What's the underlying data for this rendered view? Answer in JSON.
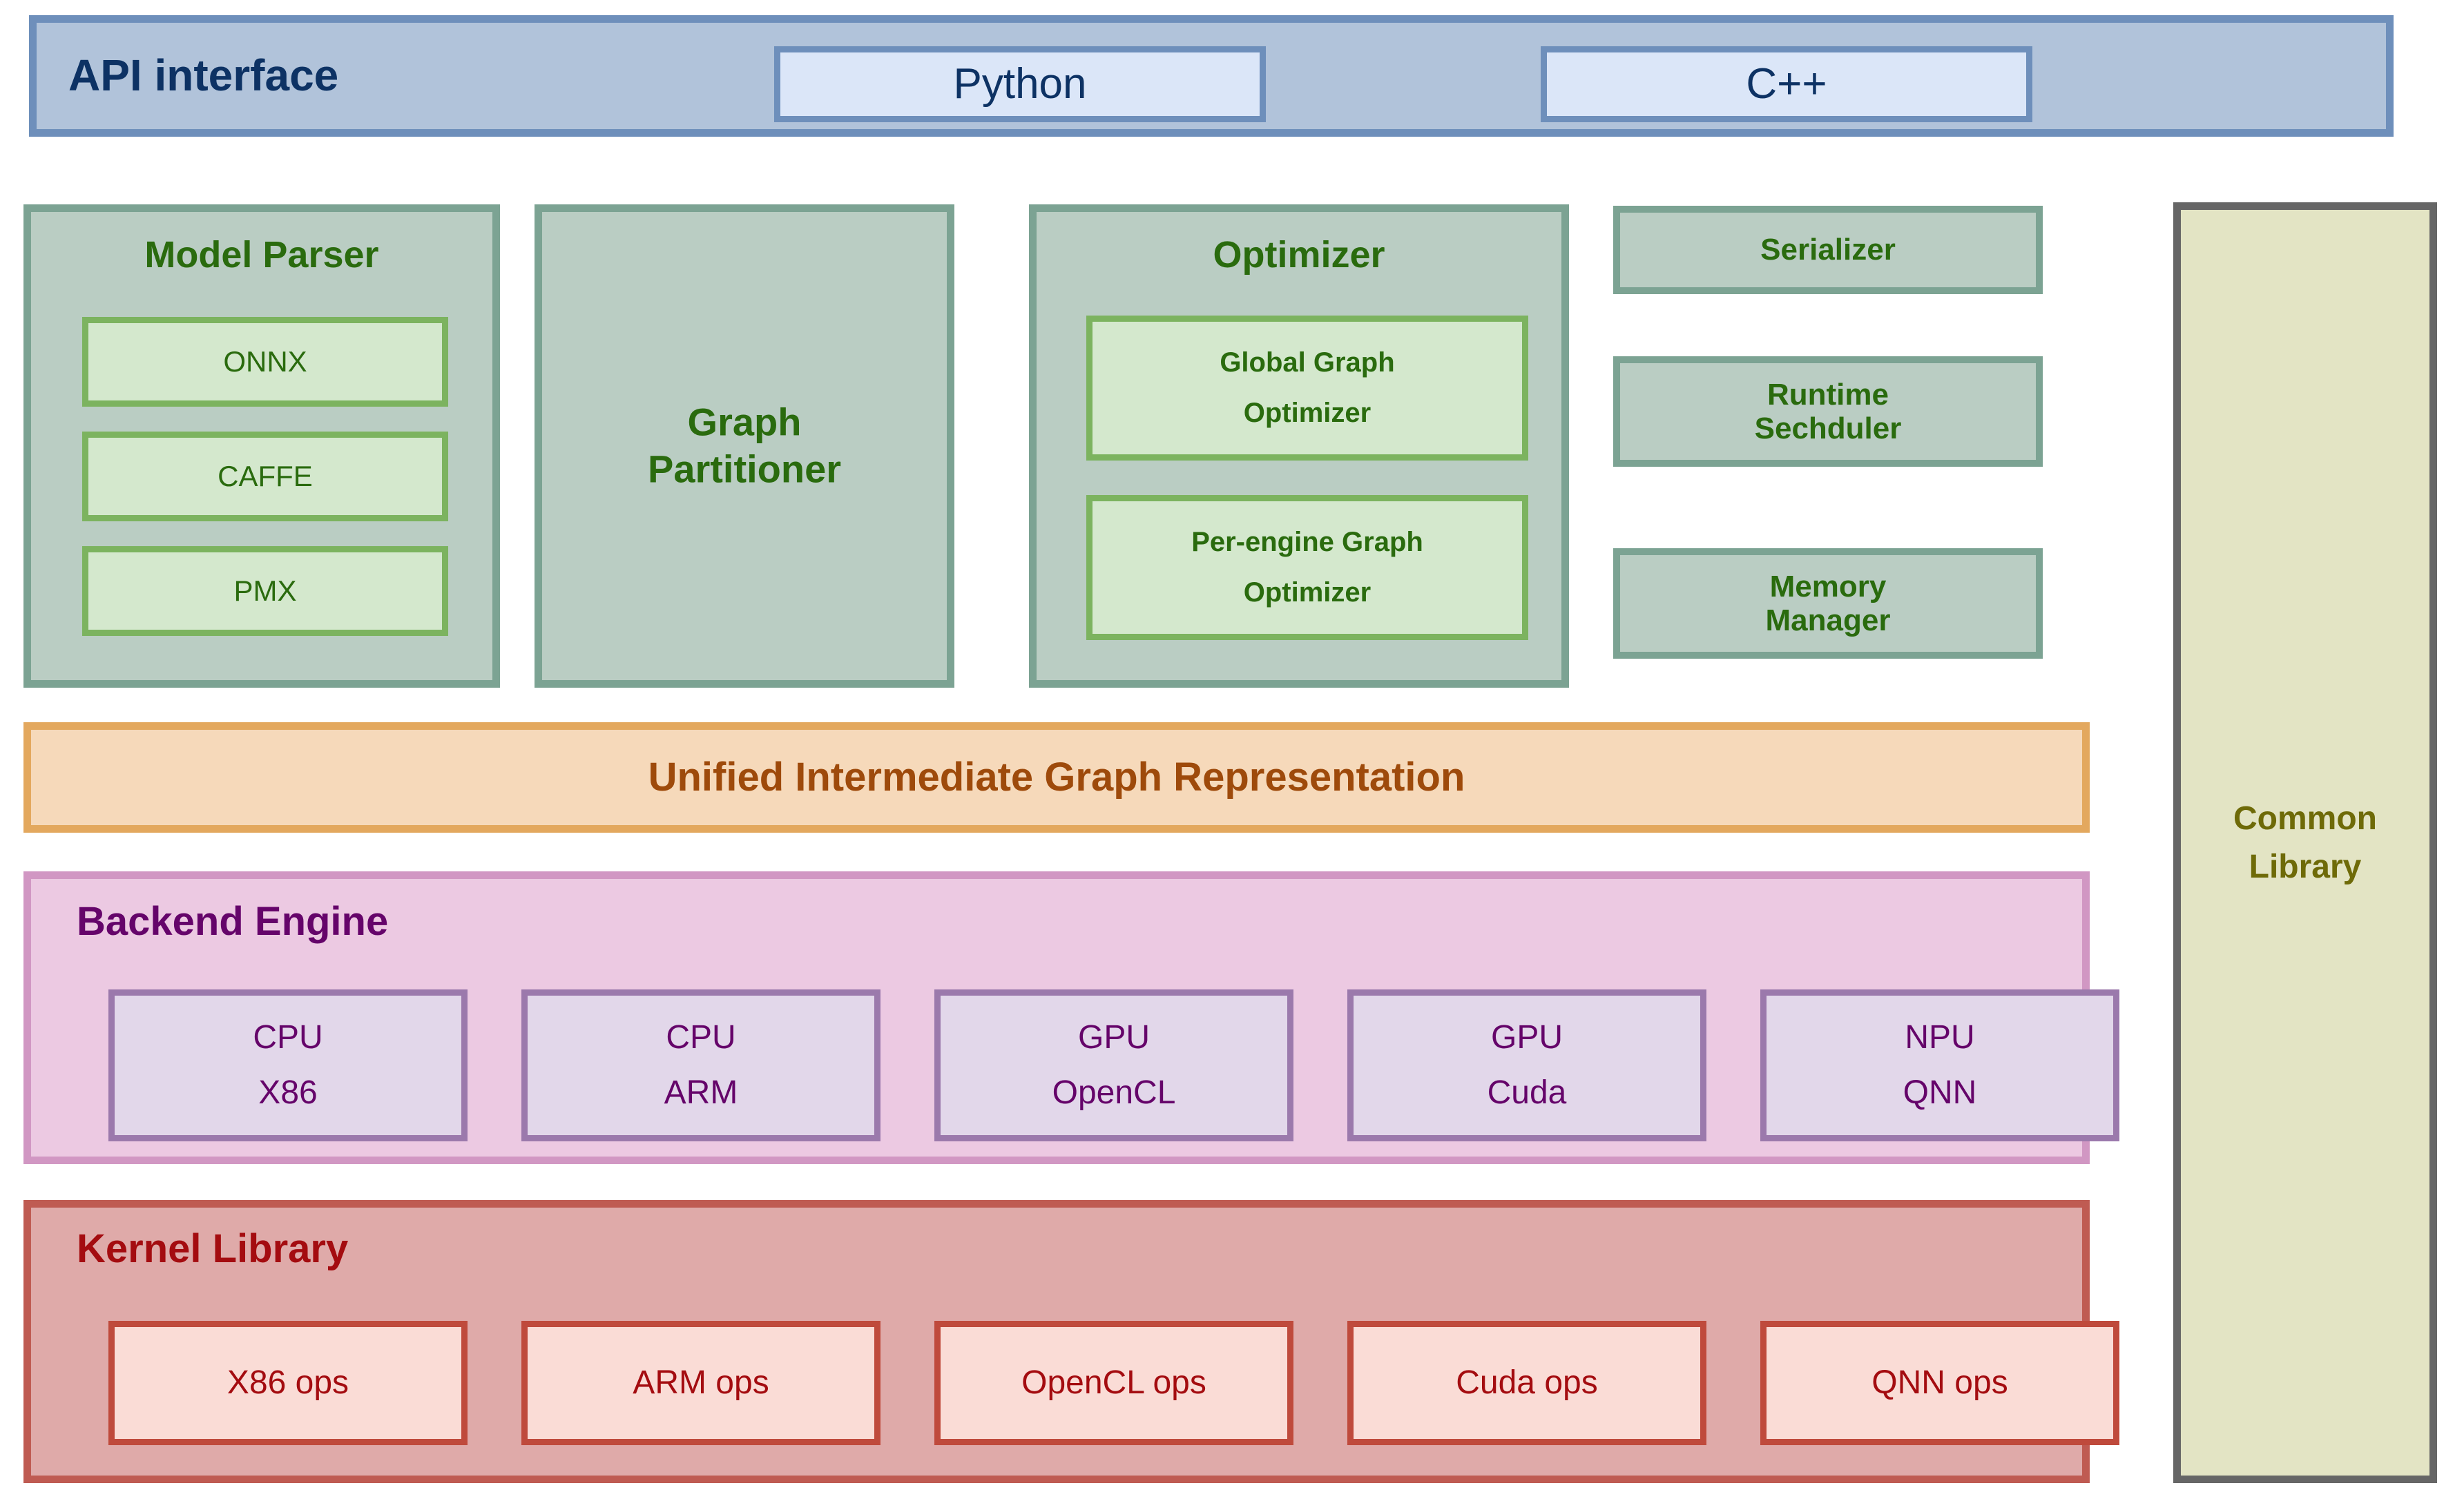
{
  "api": {
    "title": "API interface",
    "languages": [
      {
        "label": "Python"
      },
      {
        "label": "C++"
      }
    ],
    "band_color": "#b1c3da",
    "border_color": "#6e8fbb",
    "text_color": "#0d3264"
  },
  "compiler_row": {
    "model_parser": {
      "title": "Model Parser",
      "formats": [
        {
          "label": "ONNX"
        },
        {
          "label": "CAFFE"
        },
        {
          "label": "PMX"
        }
      ]
    },
    "graph_partitioner": {
      "title_line1": "Graph",
      "title_line2": "Partitioner"
    },
    "optimizer": {
      "title": "Optimizer",
      "items": [
        {
          "line1": "Global Graph",
          "line2": "Optimizer"
        },
        {
          "line1": "Per-engine Graph",
          "line2": "Optimizer"
        }
      ]
    },
    "side_modules": [
      {
        "line1": "Serializer",
        "line2": ""
      },
      {
        "line1": "Runtime",
        "line2": "Sechduler"
      },
      {
        "line1": "Memory",
        "line2": "Manager"
      }
    ],
    "panel_color": "#bacdc3",
    "panel_border": "#7ca393",
    "sub_color": "#d4e8cd",
    "sub_border": "#7cb35f",
    "text_color": "#2a6b0e"
  },
  "unified_ir": {
    "label": "Unified Intermediate Graph Representation",
    "fill": "#f6d9ba",
    "border": "#e3a85e",
    "text_color": "#9e4a0b"
  },
  "backend_engine": {
    "title": "Backend Engine",
    "cells": [
      {
        "line1": "CPU",
        "line2": "X86"
      },
      {
        "line1": "CPU",
        "line2": "ARM"
      },
      {
        "line1": "GPU",
        "line2": "OpenCL"
      },
      {
        "line1": "GPU",
        "line2": "Cuda"
      },
      {
        "line1": "NPU",
        "line2": "QNN"
      }
    ],
    "fill": "#ecc9e2",
    "border": "#d197c3",
    "cell_fill": "#e2d7ea",
    "cell_border": "#9b79ac",
    "text_color": "#65046a"
  },
  "kernel_library": {
    "title": "Kernel Library",
    "cells": [
      {
        "label": "X86 ops"
      },
      {
        "label": "ARM ops"
      },
      {
        "label": "OpenCL ops"
      },
      {
        "label": "Cuda ops"
      },
      {
        "label": "QNN ops"
      }
    ],
    "fill": "#dfaaa9",
    "border": "#bf5b52",
    "cell_fill": "#fadcd6",
    "cell_border": "#bf4a3c",
    "text_color": "#a40c10"
  },
  "common_library": {
    "line1": "Common",
    "line2": "Library",
    "fill": "#e3e4c4",
    "border": "#666666",
    "text_color": "#6e6a08"
  }
}
